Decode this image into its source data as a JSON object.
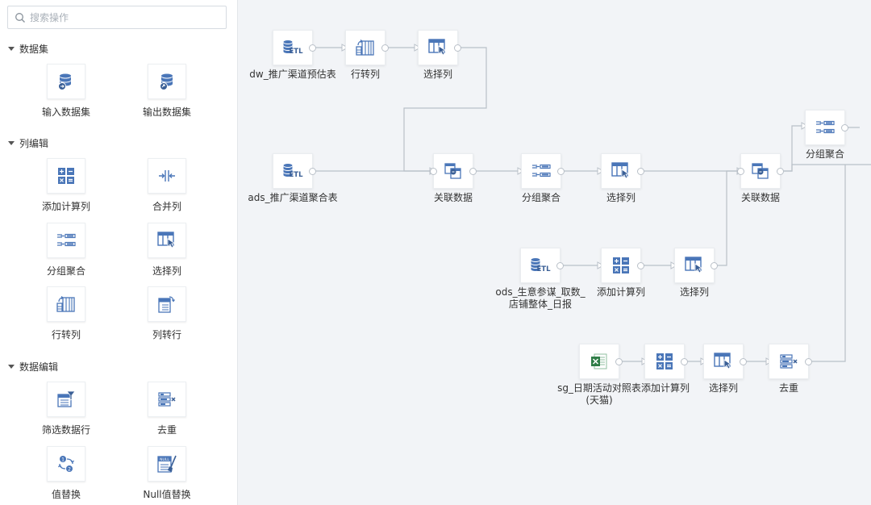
{
  "search": {
    "placeholder": "搜索操作"
  },
  "groups": {
    "dataset": "数据集",
    "column_edit": "列编辑",
    "data_edit": "数据编辑"
  },
  "tools": {
    "input_dataset": "输入数据集",
    "output_dataset": "输出数据集",
    "add_calc_column": "添加计算列",
    "merge_column": "合并列",
    "group_aggregate": "分组聚合",
    "select_column": "选择列",
    "row_to_column": "行转列",
    "column_to_row": "列转行",
    "filter_rows": "筛选数据行",
    "deduplicate": "去重",
    "value_replace": "值替换",
    "null_replace": "Null值替换"
  },
  "flow": {
    "n1": "dw_推广渠道预估表",
    "n2": "行转列",
    "n3": "选择列",
    "n4": "ads_推广渠道聚合表",
    "n5": "关联数据",
    "n6": "分组聚合",
    "n7": "选择列",
    "n8": "关联数据",
    "n9": "分组聚合",
    "n10_line1": "ods_生意参谋_取数_",
    "n10_line2": "店铺整体_日报",
    "n11": "添加计算列",
    "n12": "选择列",
    "n13_line1": "sg_日期活动对照表",
    "n13_line2": "(天猫)",
    "n14": "添加计算列",
    "n15": "选择列",
    "n16": "去重"
  },
  "colors": {
    "icon_blue": "#4a76b8",
    "excel_green": "#2e7d46",
    "edge": "#b9c0c8"
  }
}
